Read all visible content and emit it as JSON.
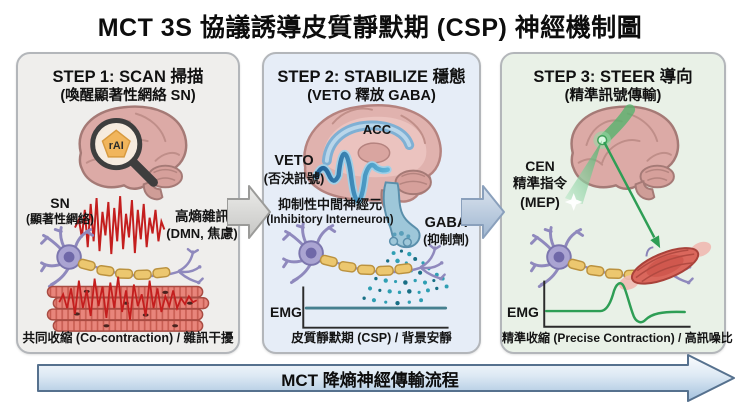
{
  "title": "MCT 3S 協議誘導皮質靜默期 (CSP) 神經機制圖",
  "panels": [
    {
      "title": "STEP 1: SCAN 掃描",
      "subtitle": "(喚醒顯著性網絡 SN)",
      "labels": {
        "rai": "rAI",
        "sn1": "SN",
        "sn2": "(顯著性網絡)",
        "noise1": "高熵雜訊",
        "noise2": "(DMN, 焦慮)"
      },
      "caption": "共同收縮 (Co-contraction) / 雜訊干擾"
    },
    {
      "title": "STEP 2: STABILIZE 穩態",
      "subtitle": "(VETO 釋放 GABA)",
      "labels": {
        "acc": "ACC",
        "veto1": "VETO",
        "veto2": "(否決訊號)",
        "inter1": "抑制性中間神經元",
        "inter2": "(Inhibitory Interneuron)",
        "gaba1": "GABA",
        "gaba2": "(抑制劑)",
        "emg": "EMG"
      },
      "caption": "皮質靜默期 (CSP) / 背景安靜"
    },
    {
      "title": "STEP 3: STEER 導向",
      "subtitle": "(精準訊號傳輸)",
      "labels": {
        "cen1": "CEN",
        "cen2": "精準指令",
        "cen3": "(MEP)",
        "emg": "EMG"
      },
      "caption": "精準收縮 (Precise Contraction) / 高訊噪比"
    }
  ],
  "flow_arrow": {
    "label": "MCT 降熵神經傳輸流程"
  },
  "colors": {
    "panel1_bg": "#efeeec",
    "panel2_bg": "#e6edf7",
    "panel3_bg": "#e9f1e7",
    "noise_red": "#c41e1e",
    "veto_blue": "#2a6da8",
    "gaba_teal": "#2f9fb3",
    "signal_green": "#2e9e55",
    "brain_pink": "#dcaaa6",
    "flow_arrow_blue": "#a9c6e2"
  }
}
